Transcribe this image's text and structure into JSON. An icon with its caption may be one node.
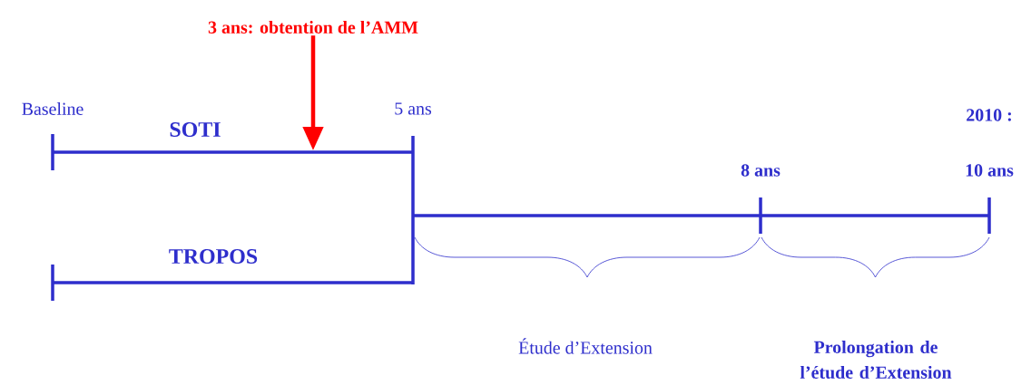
{
  "diagram": {
    "nodes": [
      {
        "text": [
          "3 ans: obtention de l’AMM"
        ]
      },
      {
        "text": [],
        "shape": "bar"
      }
    ],
    "edges": [
      {
        "from": 0,
        "to": 1,
        "arrow": "to",
        "color": "#ff0000"
      }
    ],
    "labels": [
      "Baseline",
      "SOTI",
      "5 ans",
      "2010 :",
      "8 ans",
      "10 ans",
      "TROPOS",
      "Étude d’Extension",
      "Prolongation de l’étude d’Extension"
    ]
  }
}
